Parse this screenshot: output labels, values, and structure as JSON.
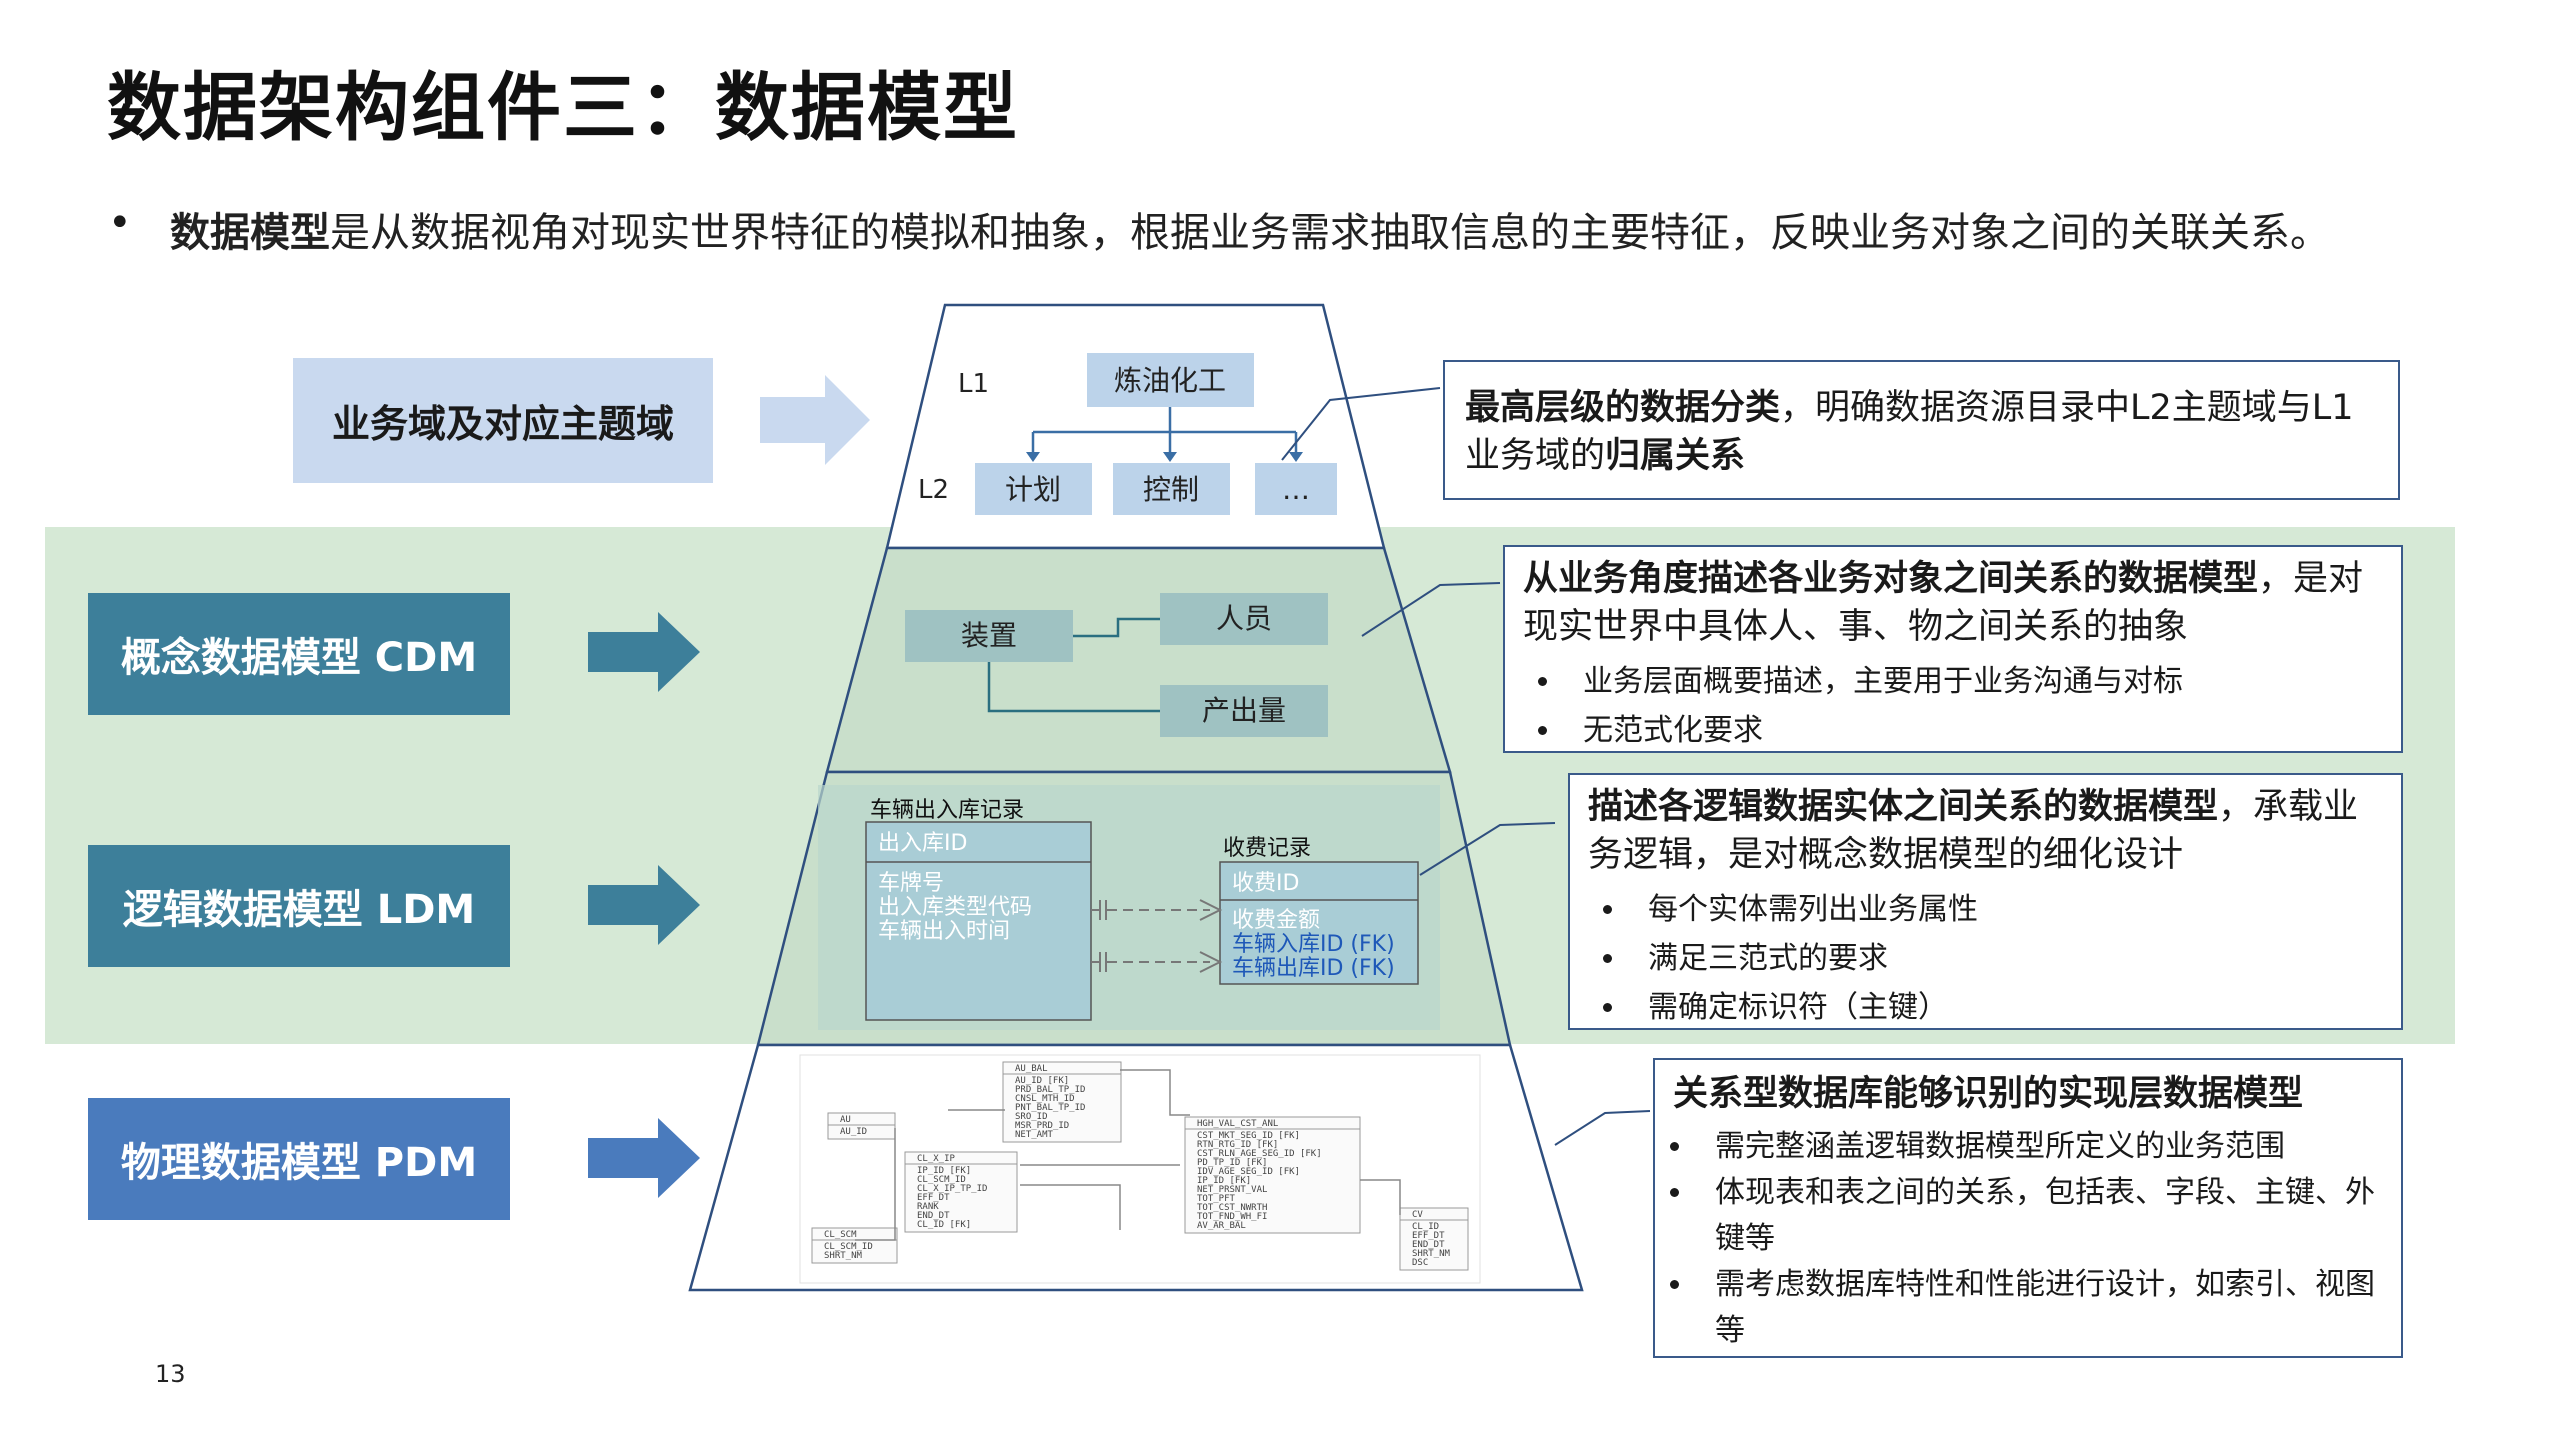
{
  "title": "数据架构组件三：数据模型",
  "intro": {
    "bold": "数据模型",
    "rest": "是从数据视角对现实世界特征的模拟和抽象，根据业务需求抽取信息的主要特征，反映业务对象之间的关联关系。"
  },
  "levels": {
    "domain": {
      "label": "业务域及对应主题域"
    },
    "cdm": {
      "label": "概念数据模型 CDM"
    },
    "ldm": {
      "label": "逻辑数据模型 LDM"
    },
    "pdm": {
      "label": "物理数据模型 PDM"
    }
  },
  "colors": {
    "domain_box": "#c9d9ef",
    "cdm_box": "#3d7f9a",
    "ldm_box": "#3d7f9a",
    "pdm_box": "#4a7bbd",
    "band": "#d6e9d6",
    "border": "#3a5a8a"
  },
  "pyramid": {
    "l1_label": "L1",
    "l2_label": "L2",
    "l1_node": "炼油化工",
    "l2_nodes": [
      "计划",
      "控制",
      "…"
    ],
    "cdm_nodes": {
      "a": "装置",
      "b": "人员",
      "c": "产出量"
    },
    "ldm": {
      "table1_title": "车辆出入库记录",
      "table1_key": "出入库ID",
      "table1_fields": [
        "车牌号",
        "出入库类型代码",
        "车辆出入时间"
      ],
      "table2_title": "收费记录",
      "table2_key": "收费ID",
      "table2_field": "收费金额",
      "table2_fks": [
        "车辆入库ID (FK)",
        "车辆出库ID (FK)"
      ]
    },
    "pdm": {
      "tables": [
        {
          "name": "AU_BAL",
          "fields": [
            "AU_ID [FK]",
            "PRD_BAL_TP_ID",
            "CNSL_MTH_ID",
            "PNT_BAL_TP_ID",
            "SRO_ID",
            "MSR_PRD_ID",
            "NET_AMT"
          ]
        },
        {
          "name": "AU",
          "fields": [
            "AU_ID"
          ]
        },
        {
          "name": "CL_X_IP",
          "fields": [
            "IP_ID [FK]",
            "CL_SCM_ID",
            "CL_X_IP_TP_ID",
            "EFF_DT",
            "RANK",
            "END_DT",
            "CL_ID [FK]"
          ]
        },
        {
          "name": "HGH_VAL_CST_ANL",
          "fields": [
            "CST_MKT_SEG_ID [FK]",
            "RTN_RTG_ID [FK]",
            "CST_RLN_AGE_SEG_ID [FK]",
            "PD_TP_ID [FK]",
            "IDV_AGE_SEG_ID [FK]",
            "IP_ID [FK]",
            "NET_PRSNT_VAL",
            "TOT_PFT",
            "TOT_CST_NWRTH",
            "TOT_FND_WH_FI",
            "AV_AR_BAL"
          ]
        },
        {
          "name": "CL_SCM",
          "fields": [
            "CL_SCM_ID",
            "SHRT_NM"
          ]
        },
        {
          "name": "CV",
          "fields": [
            "CL_ID",
            "EFF_DT",
            "END_DT",
            "SHRT_NM",
            "DSC"
          ]
        }
      ]
    }
  },
  "descriptions": {
    "domain": {
      "segments": [
        {
          "text": "最高层级的数据分类",
          "bold": true
        },
        {
          "text": "，明确数据资源目录中L2主题域与L1业务域的",
          "bold": false
        },
        {
          "text": "归属关系",
          "bold": true
        }
      ]
    },
    "cdm": {
      "headline_bold": "从业务角度描述各业务对象之间关系的数据模型",
      "headline_rest": "，是对现实世界中具体人、事、物之间关系的抽象",
      "bullets": [
        "业务层面概要描述，主要用于业务沟通与对标",
        "无范式化要求"
      ]
    },
    "ldm": {
      "headline_bold": "描述各逻辑数据实体之间关系的数据模型",
      "headline_rest": "，承载业务逻辑，是对概念数据模型的细化设计",
      "bullets": [
        "每个实体需列出业务属性",
        "满足三范式的要求",
        "需确定标识符（主键）"
      ]
    },
    "pdm": {
      "headline_bold": "关系型数据库能够识别的实现层数据模型",
      "bullets": [
        "需完整涵盖逻辑数据模型所定义的业务范围",
        "体现表和表之间的关系，包括表、字段、主键、外键等",
        "需考虑数据库特性和性能进行设计，如索引、视图等"
      ]
    }
  },
  "page_number": "13"
}
